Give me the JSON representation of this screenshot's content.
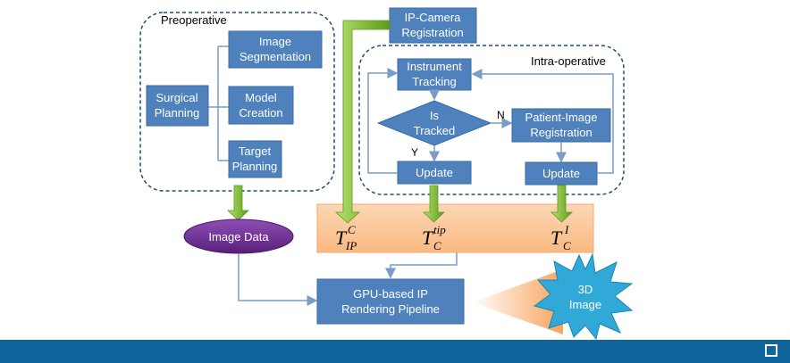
{
  "diagram": {
    "preoperative_label": "Preoperative",
    "intraoperative_label": "Intra-operative",
    "surgical_planning": [
      "Surgical",
      "Planning"
    ],
    "image_segmentation": [
      "Image",
      "Segmentation"
    ],
    "model_creation": [
      "Model",
      "Creation"
    ],
    "target_planning": [
      "Target",
      "Planning"
    ],
    "ip_camera_registration": [
      "IP-Camera",
      "Registration"
    ],
    "instrument_tracking": [
      "Instrument",
      "Tracking"
    ],
    "is_tracked": [
      "Is",
      "Tracked"
    ],
    "patient_image_registration": [
      "Patient-Image",
      "Registration"
    ],
    "update_left": "Update",
    "update_right": "Update",
    "yes_label": "Y",
    "no_label": "N",
    "image_data": "Image Data",
    "gpu_pipeline": [
      "GPU-based IP",
      "Rendering Pipeline"
    ],
    "image_3d": [
      "3D",
      "Image"
    ],
    "transform_ip": {
      "base": "T",
      "sub": "IP",
      "sup": "C"
    },
    "transform_tip": {
      "base": "T",
      "sub": "C",
      "sup": "tip"
    },
    "transform_i": {
      "base": "T",
      "sub": "C",
      "sup": "I"
    }
  },
  "colors": {
    "box_fill": "#4f81bd",
    "box_stroke": "#3a6aa5",
    "arrow": "#7a9cc6",
    "dashed": "#1f4e79",
    "green": "#7fb52a",
    "orange_band": "#fbc99a",
    "purple": "#6a2a8c",
    "star": "#30a8d8",
    "bar": "#11659f"
  },
  "toolbar": {
    "expand_icon": "expand-icon"
  }
}
